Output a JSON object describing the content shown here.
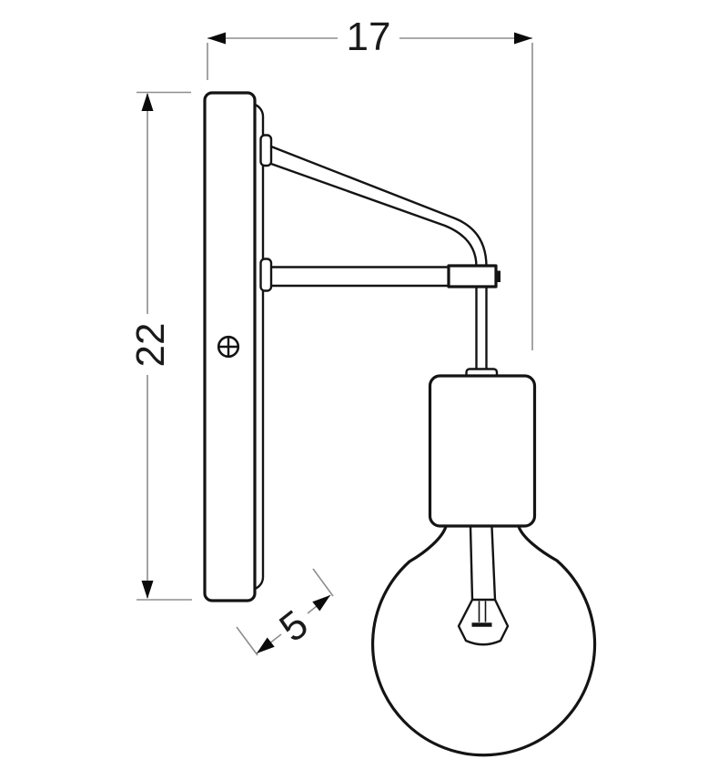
{
  "drawing": {
    "kind": "technical-dimension-drawing",
    "subject": "wall lamp side view with bulb",
    "background": "#ffffff",
    "colors": {
      "outline": "#141414",
      "dimension_line": "#8e8e8e",
      "arrowhead": "#0a0a0a",
      "text": "#1a1a1a"
    },
    "dimensions": {
      "width": {
        "value": "17",
        "orientation": "horizontal",
        "position": "top"
      },
      "height": {
        "value": "22",
        "orientation": "vertical",
        "position": "left"
      },
      "depth": {
        "value": "5",
        "orientation": "diagonal",
        "position": "bottom-left"
      }
    },
    "parts": [
      "wall-mount-plate",
      "mount-plate-side-profile",
      "mounting-screw",
      "upper-arm-boss",
      "lower-arm-boss",
      "diagonal-support-strut",
      "horizontal-arm",
      "arm-connector-sleeve",
      "lamp-down-tube",
      "socket-collar",
      "lamp-socket-holder",
      "glass-bulb",
      "bulb-stem",
      "bulb-filament-mount"
    ]
  }
}
